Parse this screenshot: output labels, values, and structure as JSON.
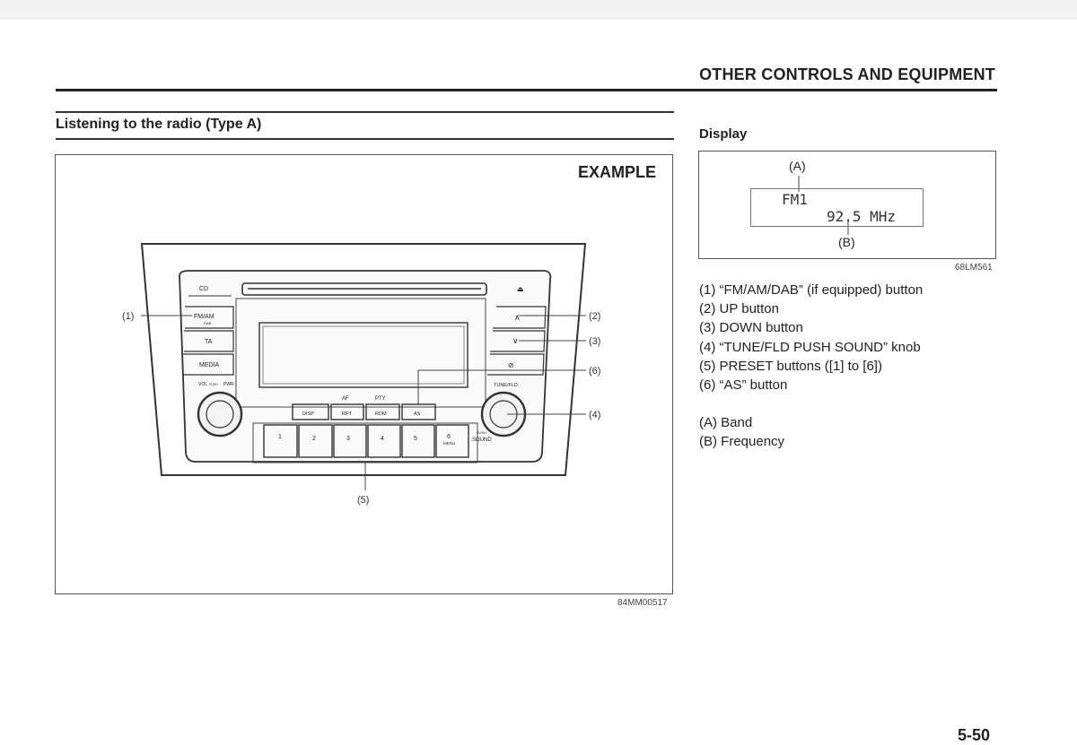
{
  "header": {
    "title": "OTHER CONTROLS AND EQUIPMENT"
  },
  "section": {
    "title": "Listening to the radio (Type A)"
  },
  "figure": {
    "example_label": "EXAMPLE",
    "code": "84MM00517",
    "buttons": {
      "cd": "CD",
      "eject": "⏏",
      "fm": "FM/AM",
      "dab": "DAB",
      "ta": "TA",
      "media": "MEDIA",
      "vol": "VOL",
      "push": "PUSH",
      "pwr": "PWR",
      "up": "∧",
      "down": "∨",
      "tune": "TUNE/FLD",
      "af": "AF",
      "pty": "PTY",
      "disp": "DISP",
      "rpt": "RPT",
      "rdm": "RDM",
      "as": "AS",
      "presets": [
        "1",
        "2",
        "3",
        "4",
        "5",
        "6"
      ],
      "menu": "MENU",
      "sound": "SOUND",
      "push_small": "PUSH"
    },
    "callouts": [
      "(1)",
      "(2)",
      "(3)",
      "(4)",
      "(5)",
      "(6)"
    ]
  },
  "display": {
    "title": "Display",
    "band_value": "FM1",
    "freq_value": "92.5 MHz",
    "label_a": "(A)",
    "label_b": "(B)",
    "code": "68LM561"
  },
  "legend": {
    "items": [
      "(1) “FM/AM/DAB” (if equipped) button",
      "(2) UP button",
      "(3) DOWN button",
      "(4) “TUNE/FLD PUSH SOUND” knob",
      "(5) PRESET buttons ([1] to [6])",
      "(6) “AS” button"
    ],
    "items_b": [
      "(A) Band",
      "(B) Frequency"
    ]
  },
  "page": {
    "number": "5-50"
  }
}
